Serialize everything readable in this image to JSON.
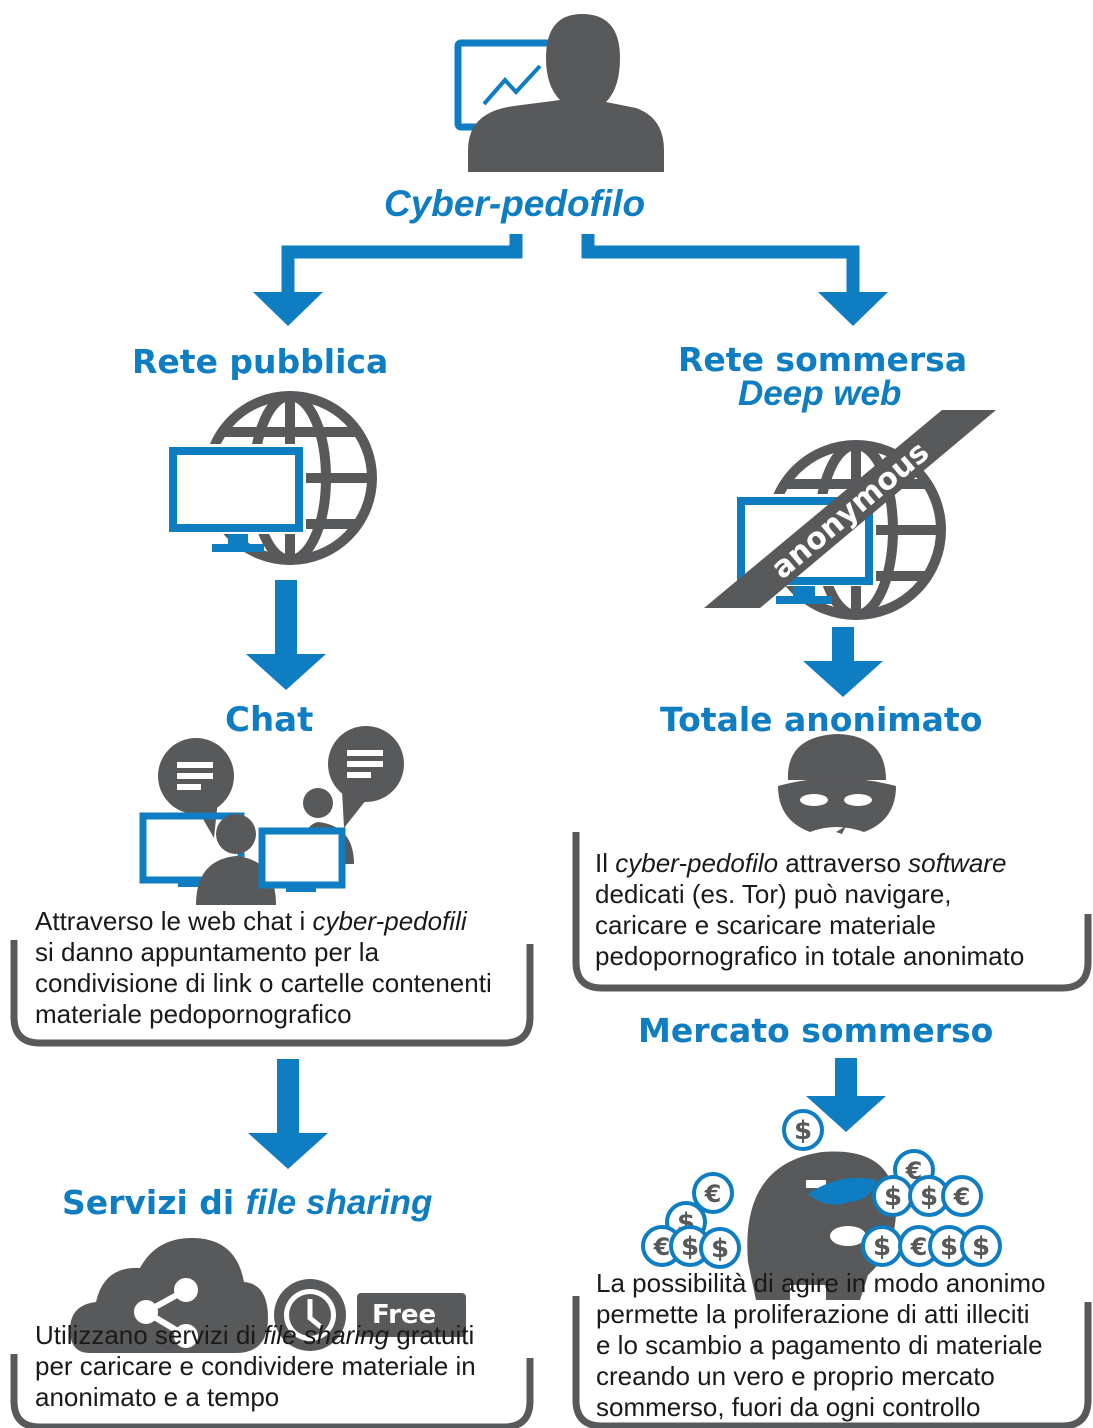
{
  "colors": {
    "blue": "#0f7dc1",
    "gray": "#58595b",
    "text": "#1a1a1a"
  },
  "top": {
    "title": "Cyber-pedofilo",
    "icon": "person-at-monitor-icon"
  },
  "left": {
    "public_net": {
      "title": "Rete pubblica",
      "icon": "globe-monitor-icon"
    },
    "chat": {
      "title": "Chat",
      "icon": "chat-users-icon",
      "text": {
        "l1a": "Attraverso le web chat i ",
        "l1b": "cyber-pedofili",
        "l2": "si danno appuntamento per la",
        "l3": "condivisione di link o cartelle contenenti",
        "l4": "materiale pedopornografico"
      }
    },
    "file_sharing": {
      "title_a": "Servizi di ",
      "title_b": "file sharing",
      "cloud_icon": "cloud-share-icon",
      "clock_icon": "clock-icon",
      "free_label": "Free",
      "text": {
        "l1a": "Utilizzano servizi di ",
        "l1b": "file sharing",
        "l1c": " gratuiti",
        "l2": "per caricare e condividere materiale in",
        "l3": "anonimato e a tempo"
      }
    }
  },
  "right": {
    "deep_web": {
      "title_line1": "Rete sommersa",
      "title_line2": "Deep web",
      "banner": "anonymous",
      "icon": "globe-monitor-anonymous-icon"
    },
    "anonymity": {
      "title": "Totale anonimato",
      "icon": "masked-face-icon",
      "text": {
        "l1a": "Il ",
        "l1b": "cyber-pedofilo",
        "l1c": " attraverso ",
        "l1d": "software",
        "l2": "dedicati (es. Tor) può navigare,",
        "l3": "caricare e scaricare materiale",
        "l4": "pedopornografico in totale anonimato"
      }
    },
    "market": {
      "title": "Mercato sommerso",
      "icon": "masked-piggy-bank-coins-icon",
      "text": {
        "l1": "La possibilità di agire in modo anonimo",
        "l2": "permette la proliferazione di atti illeciti",
        "l3": "e lo scambio a pagamento di materiale",
        "l4": "creando un vero e proprio mercato",
        "l5": "sommerso, fuori da ogni controllo"
      }
    }
  }
}
